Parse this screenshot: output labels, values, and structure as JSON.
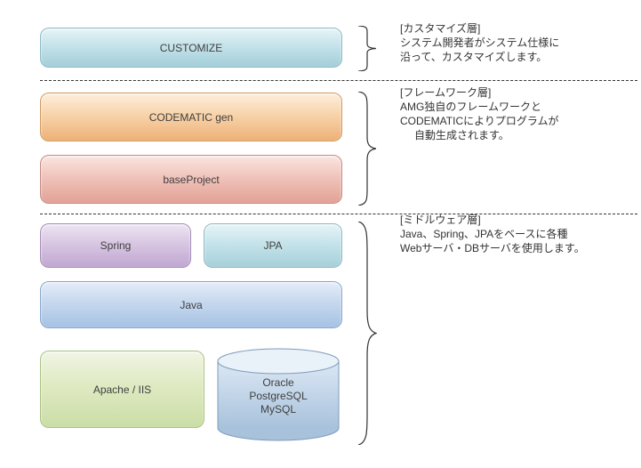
{
  "diagram": {
    "boxes": {
      "customize": "CUSTOMIZE",
      "codematic_gen": "CODEMATIC gen",
      "base_project": "baseProject",
      "spring": "Spring",
      "jpa": "JPA",
      "java": "Java",
      "apache_iis": "Apache / IIS"
    },
    "db": {
      "line1": "Oracle",
      "line2": "PostgreSQL",
      "line3": "MySQL"
    },
    "annotations": {
      "customize": {
        "title": "[カスタマイズ層]",
        "line1": "システム開発者がシステム仕様に",
        "line2": "沿って、カスタマイズします。"
      },
      "framework": {
        "title": "[フレームワーク層]",
        "line1": "AMG独自のフレームワークと",
        "line2": "CODEMATICによりプログラムが",
        "line3": "自動生成されます。"
      },
      "middleware": {
        "title": "[ミドルウェア層]",
        "line1": "Java、Spring、JPAをベースに各種",
        "line2": "Webサーバ・DBサーバを使用します。"
      }
    },
    "colors": {
      "customize_box": "#a3ced9",
      "codematic_box": "#eeb077",
      "baseproject_box": "#e2a196",
      "spring_box": "#c0a8d1",
      "jpa_box": "#a6d0da",
      "java_box": "#a6c2e4",
      "apache_box": "#cadda6",
      "database_cylinder": "#b4cce2",
      "separator": "#333333",
      "text": "#3f3f3f"
    }
  }
}
